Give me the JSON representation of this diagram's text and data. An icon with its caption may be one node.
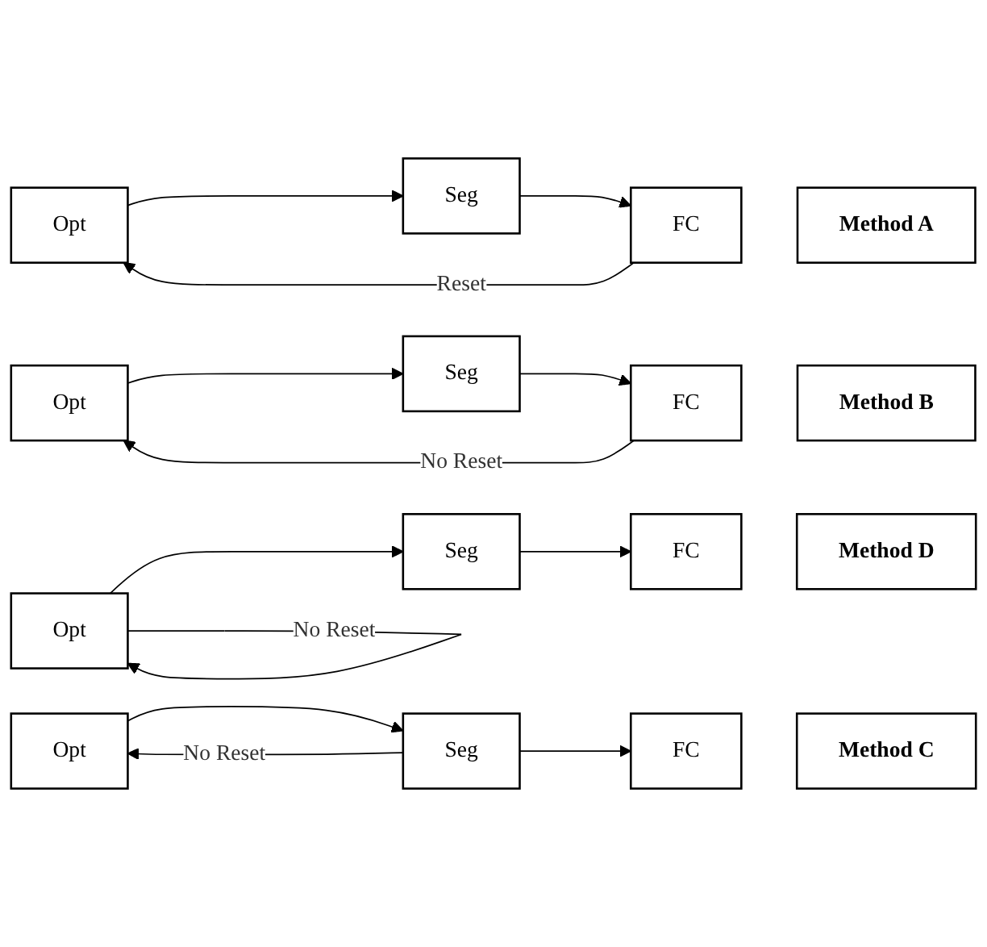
{
  "diagram": {
    "nodes": [
      {
        "text": [
          "Opt"
        ]
      },
      {
        "text": [
          "Seg"
        ]
      },
      {
        "text": [
          "FC"
        ]
      },
      {
        "text": [
          "Method A"
        ]
      },
      {
        "text": [
          "Opt"
        ]
      },
      {
        "text": [
          "Seg"
        ]
      },
      {
        "text": [
          "FC"
        ]
      },
      {
        "text": [
          "Method B"
        ]
      },
      {
        "text": [
          "Opt"
        ]
      },
      {
        "text": [
          "Seg"
        ]
      },
      {
        "text": [
          "FC"
        ]
      },
      {
        "text": [
          "Method C"
        ]
      },
      {
        "text": [
          "Opt"
        ]
      },
      {
        "text": [
          "Seg"
        ]
      },
      {
        "text": [
          "FC"
        ]
      },
      {
        "text": [
          "Method D"
        ]
      }
    ],
    "edges": [
      {
        "from": 0,
        "to": 1,
        "arrow": "to"
      },
      {
        "from": 1,
        "to": 2,
        "arrow": "to"
      },
      {
        "from": 2,
        "to": 0,
        "arrow": "to",
        "label": "Reset"
      },
      {
        "from": 4,
        "to": 5,
        "arrow": "to"
      },
      {
        "from": 5,
        "to": 6,
        "arrow": "to"
      },
      {
        "from": 6,
        "to": 4,
        "arrow": "to",
        "label": "No Reset"
      },
      {
        "from": 8,
        "to": 9,
        "arrow": "to"
      },
      {
        "from": 9,
        "to": 10,
        "arrow": "to"
      },
      {
        "from": 9,
        "to": 8,
        "arrow": "to",
        "label": "No Reset"
      },
      {
        "from": 12,
        "to": 13,
        "arrow": "to"
      },
      {
        "from": 13,
        "to": 14,
        "arrow": "to"
      },
      {
        "from": 12,
        "to": 12,
        "arrow": "to",
        "label": "No Reset"
      }
    ]
  }
}
